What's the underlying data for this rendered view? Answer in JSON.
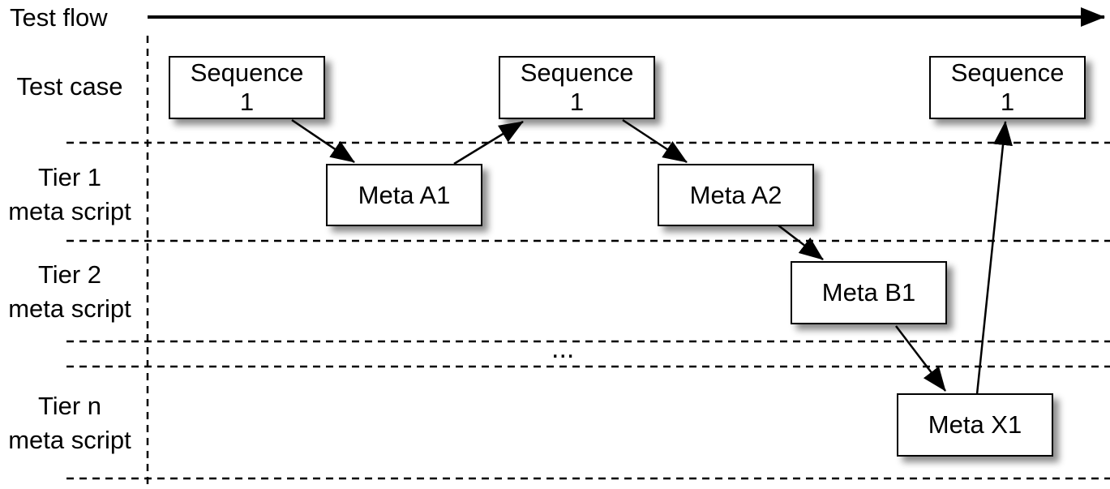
{
  "header": {
    "test_flow_label": "Test flow"
  },
  "rows": {
    "test_case": "Test case",
    "tier1": [
      "Tier 1",
      "meta script"
    ],
    "tier2": [
      "Tier 2",
      "meta script"
    ],
    "tiern": [
      "Tier n",
      "meta script"
    ]
  },
  "boxes": {
    "seq1": [
      "Sequence",
      "1"
    ],
    "seq2": [
      "Sequence",
      "1"
    ],
    "seq3": [
      "Sequence",
      "1"
    ],
    "meta_a1": "Meta A1",
    "meta_a2": "Meta A2",
    "meta_b1": "Meta B1",
    "meta_x1": "Meta X1"
  },
  "ellipsis": "..."
}
